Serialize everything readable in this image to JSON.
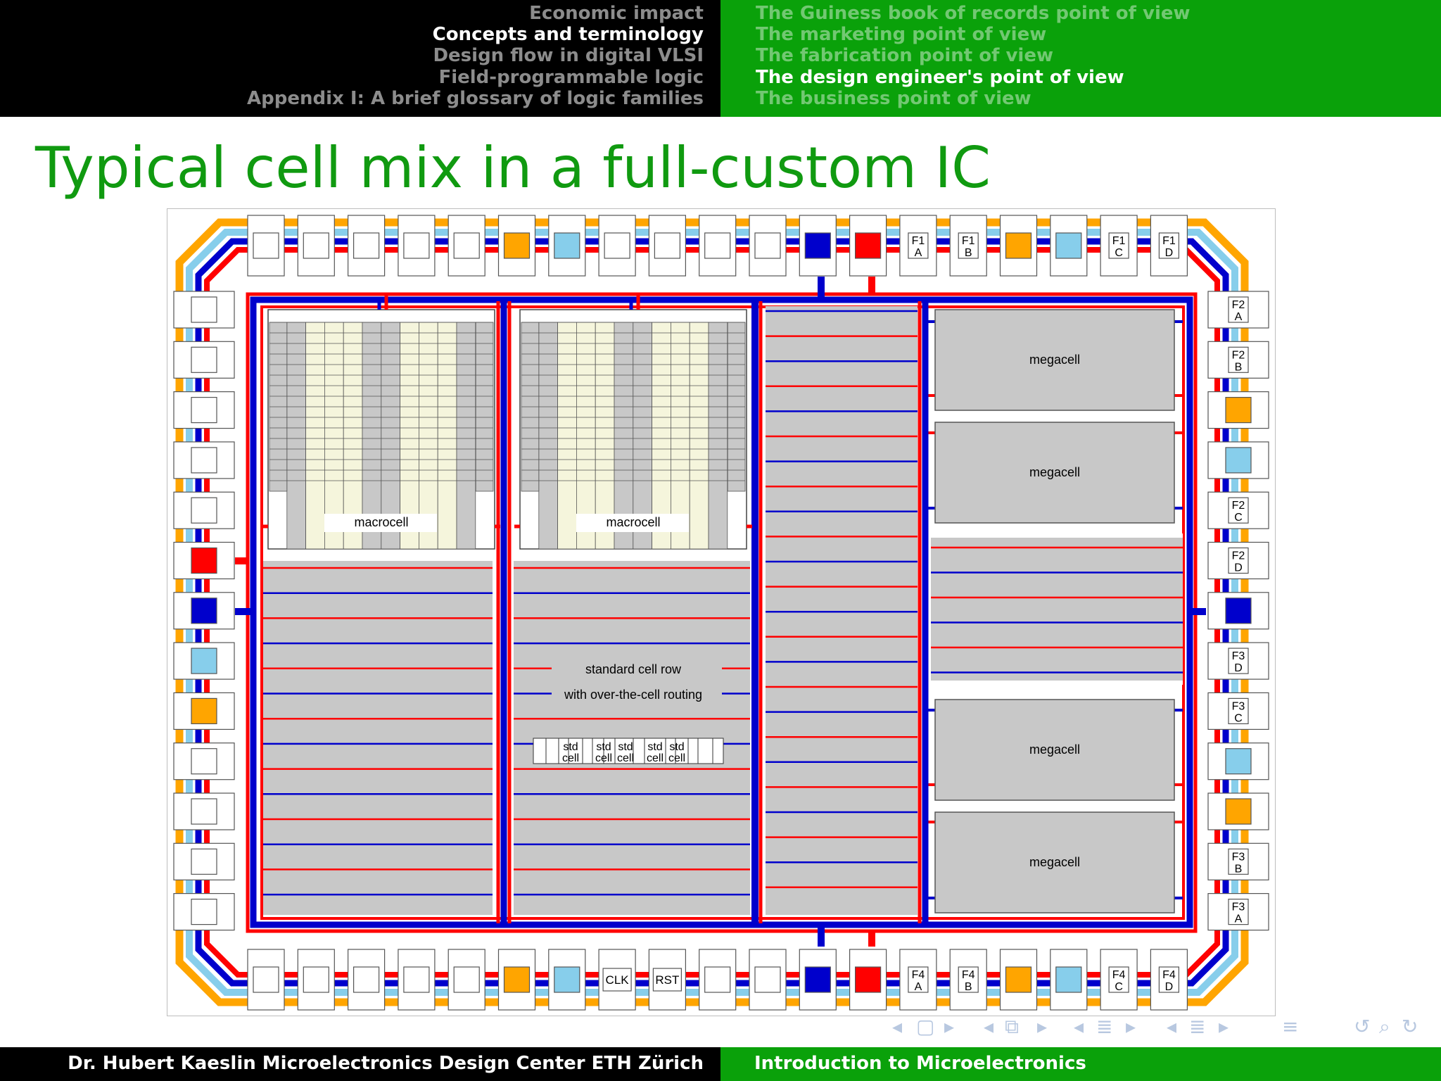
{
  "header": {
    "sections": [
      {
        "label": "Economic impact",
        "active": false
      },
      {
        "label": "Concepts and terminology",
        "active": true
      },
      {
        "label": "Design flow in digital VLSI",
        "active": false
      },
      {
        "label": "Field-programmable logic",
        "active": false
      },
      {
        "label": "Appendix I: A brief glossary of logic families",
        "active": false
      }
    ],
    "subsections": [
      {
        "label": "The Guiness book of records point of view",
        "active": false
      },
      {
        "label": "The marketing point of view",
        "active": false
      },
      {
        "label": "The fabrication point of view",
        "active": false
      },
      {
        "label": "The design engineer's point of view",
        "active": true
      },
      {
        "label": "The business point of view",
        "active": false
      }
    ]
  },
  "slide": {
    "title": "Typical cell mix in a full-custom IC"
  },
  "diagram": {
    "macrocell_label": "macrocell",
    "megacell_label": "megacell",
    "std_row_label_1": "standard cell row",
    "std_row_label_2": "with over-the-cell routing",
    "std_cell_line_1": "std",
    "std_cell_line_2": "cell",
    "pads": {
      "top": [
        "",
        "",
        "",
        "",
        "",
        "orange",
        "lightblue",
        "",
        "",
        "",
        "",
        "blue",
        "red",
        "F1|A",
        "F1|B",
        "orange",
        "lightblue",
        "F1|C",
        "F1|D"
      ],
      "bottom": [
        "",
        "",
        "",
        "",
        "",
        "orange",
        "lightblue",
        "CLK",
        "RST",
        "",
        "",
        "blue",
        "red",
        "F4|A",
        "F4|B",
        "orange",
        "lightblue",
        "F4|C",
        "F4|D"
      ],
      "left": [
        "",
        "",
        "",
        "",
        "",
        "red",
        "blue",
        "lightblue",
        "orange",
        "",
        "",
        "",
        ""
      ],
      "right": [
        "F2|A",
        "F2|B",
        "orange",
        "lightblue",
        "F2|C",
        "F2|D",
        "blue",
        "F3|D",
        "F3|C",
        "lightblue",
        "orange",
        "F3|B",
        "F3|A"
      ]
    },
    "colors": {
      "red": "#ff0000",
      "blue": "#0000cc",
      "lightblue": "#87ceeb",
      "orange": "#ffa500",
      "cell_gray": "#c8c8c8",
      "memory_yellow": "#f5f5dc"
    }
  },
  "footer": {
    "author": "Dr. Hubert Kaeslin Microelectronics Design Center ETH Zürich",
    "course": "Introduction to Microelectronics"
  },
  "nav": {
    "icons": [
      "nav-prev-frame-icon",
      "nav-frame-icon",
      "nav-next-frame-icon",
      "nav-prev-subsection-icon",
      "nav-subsection-icon",
      "nav-next-subsection-icon",
      "nav-prev-section-icon",
      "nav-section-icon",
      "nav-next-section-icon",
      "nav-align-icon",
      "nav-undo-icon",
      "nav-search-icon"
    ]
  }
}
